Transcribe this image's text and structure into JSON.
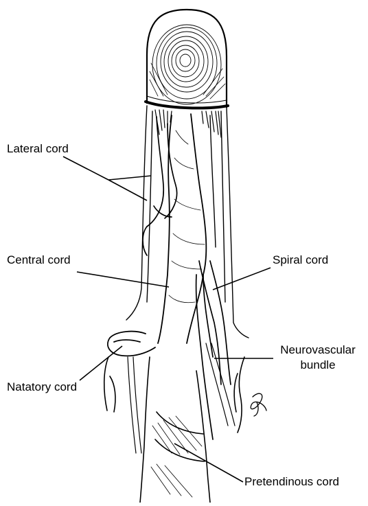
{
  "colors": {
    "ink": "#000000",
    "paper": "#ffffff"
  },
  "labels": {
    "lateral_cord": "Lateral cord",
    "central_cord": "Central cord",
    "spiral_cord": "Spiral cord",
    "neurovascular_line1": "Neurovascular",
    "neurovascular_line2": "bundle",
    "natatory_cord": "Natatory cord",
    "pretendinous_cord": "Pretendinous cord"
  }
}
